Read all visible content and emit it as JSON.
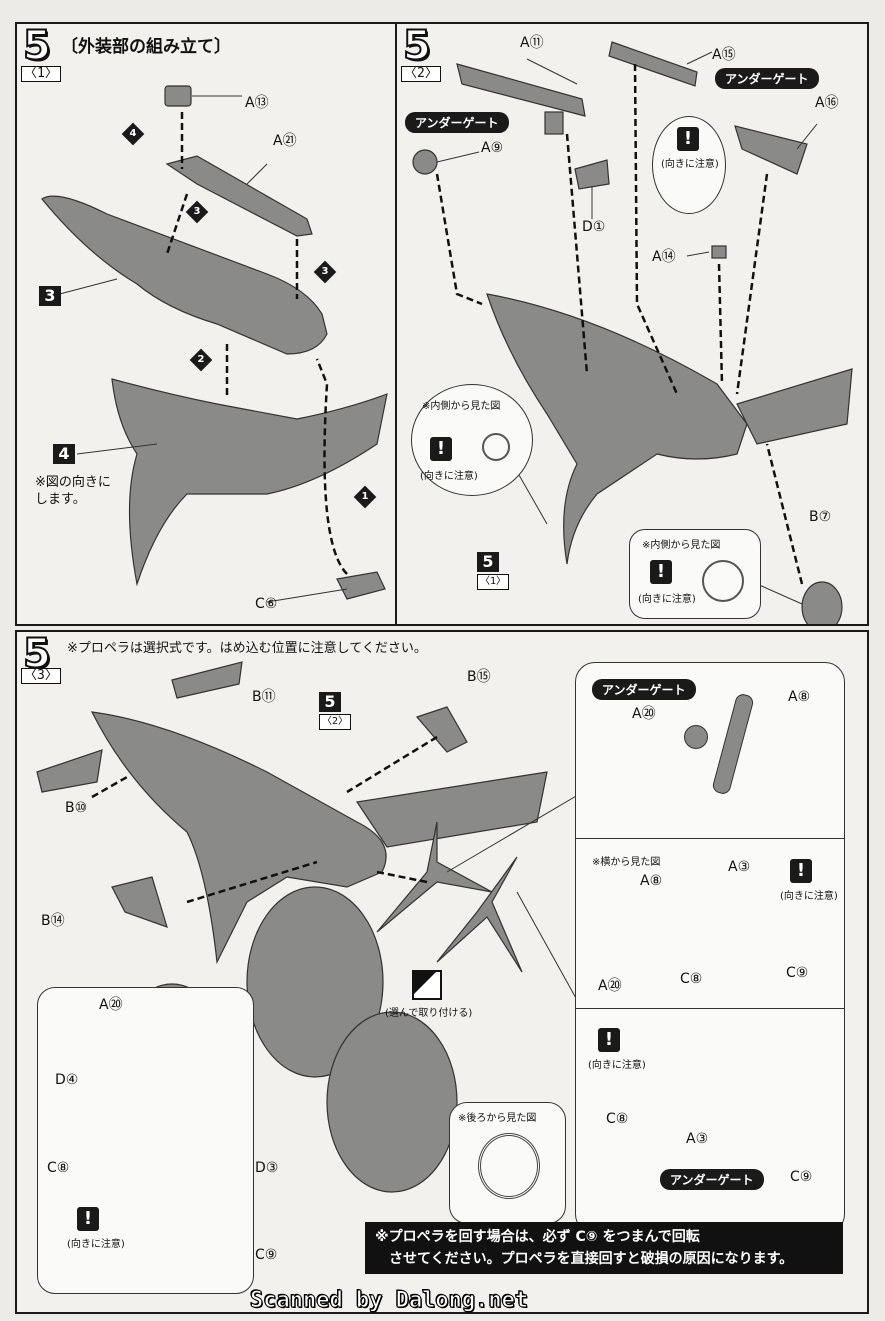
{
  "step_number": "5",
  "panel1": {
    "sub": "〈1〉",
    "title": "〔外装部の組み立て〕",
    "labels": [
      "A⑬",
      "A㉑",
      "3",
      "4",
      "C⑥"
    ],
    "order_marks": [
      "4",
      "3",
      "3",
      "2",
      "1"
    ],
    "note": "※図の向きに\nします。"
  },
  "panel2": {
    "sub": "〈2〉",
    "labels": [
      "A⑪",
      "A⑮",
      "A⑯",
      "A⑨",
      "D①",
      "A⑭",
      "B⑦"
    ],
    "under_gate": "アンダーゲート",
    "caution": "(向きに注意)",
    "inside_view": "※内側から見た図",
    "ref": "5",
    "ref_sub": "〈1〉"
  },
  "panel3": {
    "sub": "〈3〉",
    "header_note": "※プロペラは選択式です。はめ込む位置に注意してください。",
    "labels": [
      "B⑪",
      "B⑮",
      "B⑩",
      "B⑭",
      "A⑳",
      "D④",
      "C⑧",
      "D③",
      "C⑨"
    ],
    "ref": "5",
    "ref_sub": "〈2〉",
    "choose": "(選んで取り付ける)",
    "rear_view": "※後ろから見た図",
    "caution": "(向きに注意)",
    "box_top": {
      "under_gate": "アンダーゲート",
      "labels": [
        "A⑳",
        "A⑧"
      ]
    },
    "box_mid": {
      "side_view": "※横から見た図",
      "labels": [
        "A⑧",
        "A③",
        "A⑳",
        "C⑧",
        "C⑨"
      ],
      "caution": "(向きに注意)"
    },
    "box_bot": {
      "labels": [
        "C⑧",
        "A③",
        "C⑨"
      ],
      "under_gate": "アンダーゲート",
      "caution": "(向きに注意)"
    }
  },
  "bottom_note": {
    "line1": "※プロペラを回す場合は、必ず C⑨ をつまんで回転",
    "line2": "させてください。プロペラを直接回すと破損の原因になります。"
  },
  "footer": "Scanned by Dalong.net"
}
